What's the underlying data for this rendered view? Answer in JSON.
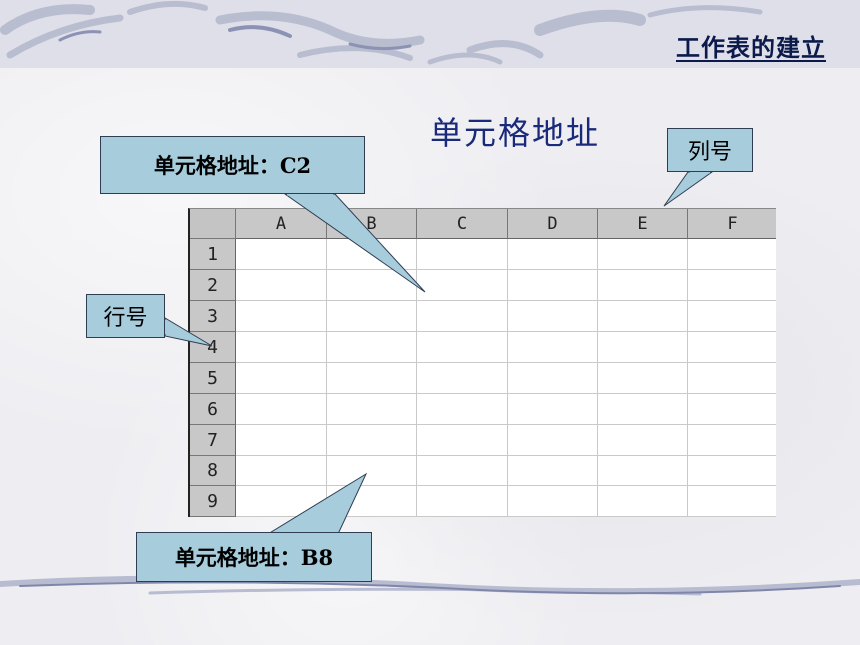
{
  "header": {
    "title": "工作表的建立"
  },
  "slide": {
    "title": "单元格地址"
  },
  "callouts": {
    "c2": "单元格地址：C2",
    "col": "列号",
    "row": "行号",
    "b8": "单元格地址：B8"
  },
  "sheet": {
    "columns": [
      "A",
      "B",
      "C",
      "D",
      "E",
      "F"
    ],
    "rows": [
      "1",
      "2",
      "3",
      "4",
      "5",
      "6",
      "7",
      "8",
      "9"
    ]
  },
  "colors": {
    "callout_fill": "#a7cddd",
    "title_color": "#1a2a7a",
    "header_color": "#0b1a4a"
  }
}
